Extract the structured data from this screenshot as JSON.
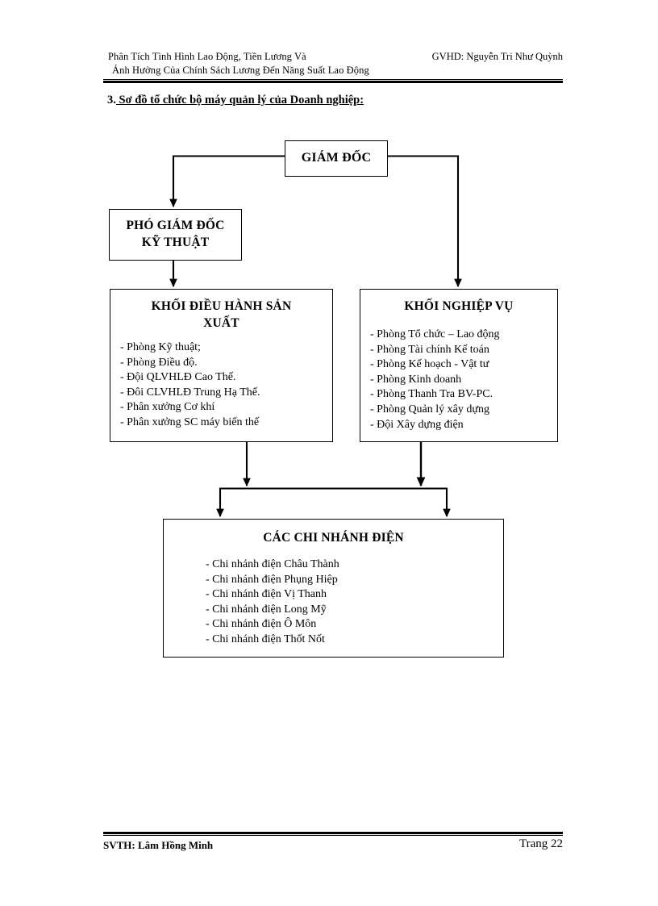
{
  "header": {
    "left_line1": "Phân Tích Tình Hình Lao Động, Tiền Lương Và",
    "left_line2": "Ảnh Hưởng Của Chính Sách Lương Đến Năng Suất Lao Động",
    "right": "GVHD: Nguyễn Tri Như Quỳnh"
  },
  "section": {
    "number": "3.",
    "title": " Sơ đồ tổ chức bộ máy quản lý của Doanh nghiệp:"
  },
  "chart_data": {
    "type": "diagram",
    "title": "Sơ đồ tổ chức bộ máy quản lý của Doanh nghiệp",
    "nodes": [
      {
        "id": "director",
        "label": "GIÁM ĐỐC",
        "items": []
      },
      {
        "id": "deputy",
        "label": "PHÓ GIÁM ĐỐC\nKỸ THUẬT",
        "label_line1": "PHÓ GIÁM ĐỐC",
        "label_line2": "KỸ THUẬT",
        "items": []
      },
      {
        "id": "production",
        "label_line1": "KHỐI ĐIỀU HÀNH SẢN",
        "label_line2": "XUẤT",
        "items": [
          "- Phòng Kỹ thuật;",
          "- Phòng Điều độ.",
          "- Đội QLVHLĐ Cao Thế.",
          "- Đôi CLVHLĐ Trung Hạ Thế.",
          "- Phân xưởng Cơ khí",
          "- Phân xưởng SC máy biến thế"
        ]
      },
      {
        "id": "operations",
        "label_line1": "KHỐI NGHIỆP VỤ",
        "label_line2": "",
        "items": [
          "- Phòng Tổ chức – Lao động",
          "- Phòng Tài chính Kế toán",
          "- Phòng Kế hoạch - Vật tư",
          "- Phòng Kinh doanh",
          "- Phòng Thanh Tra BV-PC.",
          "- Phòng Quản lý xây dựng",
          "- Đội Xây dựng điện"
        ]
      },
      {
        "id": "branches",
        "label_line1": "CÁC CHI NHÁNH ĐIỆN",
        "label_line2": "",
        "items": [
          "- Chi nhánh điện Châu Thành",
          "- Chi nhánh điện Phụng Hiệp",
          "- Chi nhánh điện Vị Thanh",
          "- Chi nhánh điện Long Mỹ",
          "- Chi nhánh điện Ô Môn",
          "- Chi nhánh điện Thốt Nốt"
        ]
      }
    ],
    "edges": [
      {
        "from": "director",
        "to": "deputy",
        "style": "elbow-left-down-arrow"
      },
      {
        "from": "director",
        "to": "operations",
        "style": "elbow-right-down-arrow"
      },
      {
        "from": "deputy",
        "to": "production",
        "style": "straight-down-arrow"
      },
      {
        "from": "production",
        "to": "branches",
        "style": "down-into-bus-then-arrow"
      },
      {
        "from": "operations",
        "to": "branches",
        "style": "down-into-bus-then-arrow"
      }
    ],
    "line_color": "#000000",
    "background": "#ffffff"
  },
  "footer": {
    "left": "SVTH: Lâm Hồng Minh",
    "right": "Trang 22"
  }
}
